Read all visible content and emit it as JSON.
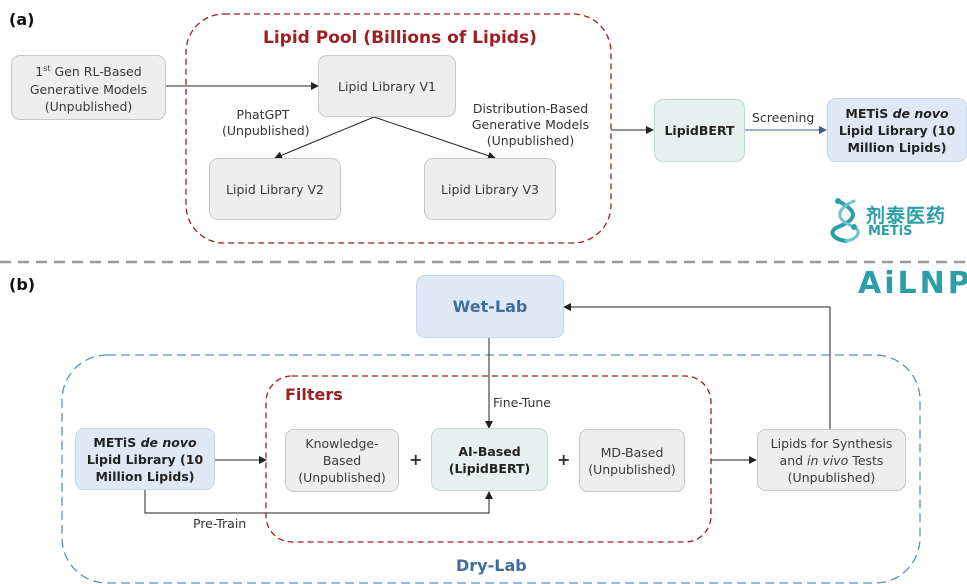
{
  "panel_a": {
    "label": "(a)",
    "pool_title": "Lipid Pool (Billions of Lipids)",
    "rl_box": {
      "line1_sup": "st",
      "line1_pre": "1",
      "line1_rest": " Gen RL-Based",
      "rest": "Generative Models\n(Unpublished)"
    },
    "lib_v1": "Lipid Library V1",
    "lib_v2": "Lipid Library V2",
    "lib_v3": "Lipid Library V3",
    "phatgpt": "PhatGPT\n(Unpublished)",
    "dist_models": "Distribution-Based\nGenerative Models\n(Unpublished)",
    "lipidbert": "LipidBERT",
    "screening": "Screening",
    "metis_lib": {
      "pre": "METiS ",
      "italic": "de novo",
      "rest": "\nLipid Library (10\nMillion Lipids)"
    }
  },
  "logos": {
    "metis_cn": "剂泰医药",
    "metis_en": "METiS",
    "ailnp": "AiLNP"
  },
  "panel_b": {
    "label": "(b)",
    "wet_lab": "Wet-Lab",
    "dry_lab": "Dry-Lab",
    "filters": "Filters",
    "fine_tune": "Fine-Tune",
    "pre_train": "Pre-Train",
    "metis_lib": {
      "pre": "METiS ",
      "italic": "de novo",
      "rest": "\nLipid Library (10\nMillion Lipids)"
    },
    "knowledge": "Knowledge-\nBased\n(Unpublished)",
    "ai_based": "AI-Based\n(LipidBERT)",
    "md_based": "MD-Based\n(Unpublished)",
    "synthesis": {
      "pre": "Lipids for Synthesis\nand ",
      "italic": "in vivo",
      "rest": " Tests\n(Unpublished)"
    },
    "plus": "+"
  },
  "colors": {
    "red": "#a01e22",
    "blue": "#3e6f9c",
    "teal": "#2a9fa8"
  }
}
